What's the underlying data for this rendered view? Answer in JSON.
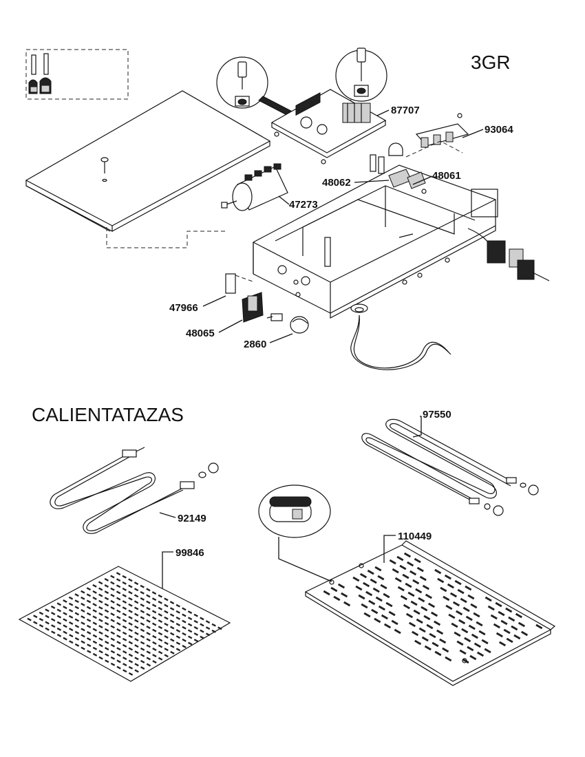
{
  "section_titles": {
    "model": "3GR",
    "cup_warmer": "CALIENTATAZAS"
  },
  "part_numbers": {
    "control_board": "87707",
    "terminal_block": "93064",
    "clamp_a": "48062",
    "clamp_b": "48061",
    "rotary_switch": "47273",
    "indicator_light": "47966",
    "rocker_switch": "48065",
    "knob": "2860",
    "heating_element_right": "97550",
    "heating_element_left": "92149",
    "cup_grid": "99846",
    "cup_plate": "110449"
  }
}
